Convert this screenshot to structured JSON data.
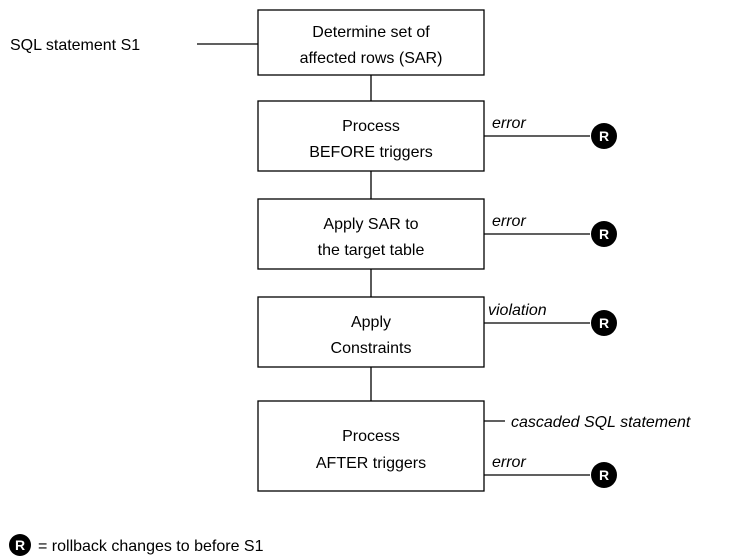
{
  "source_label": "SQL statement S1",
  "boxes": [
    {
      "line1": "Determine set of",
      "line2": "affected rows (SAR)"
    },
    {
      "line1": "Process",
      "line2": "BEFORE triggers"
    },
    {
      "line1": "Apply SAR to",
      "line2": "the target table"
    },
    {
      "line1": "Apply",
      "line2": "Constraints"
    },
    {
      "line1": "Process",
      "line2": "AFTER triggers"
    }
  ],
  "branches": {
    "before_error": "error",
    "apply_error": "error",
    "constraint_violation": "violation",
    "after_cascade": "cascaded SQL statement",
    "after_error": "error"
  },
  "rollback_symbol": "R",
  "legend": {
    "symbol": "R",
    "text": "= rollback changes to before S1"
  }
}
